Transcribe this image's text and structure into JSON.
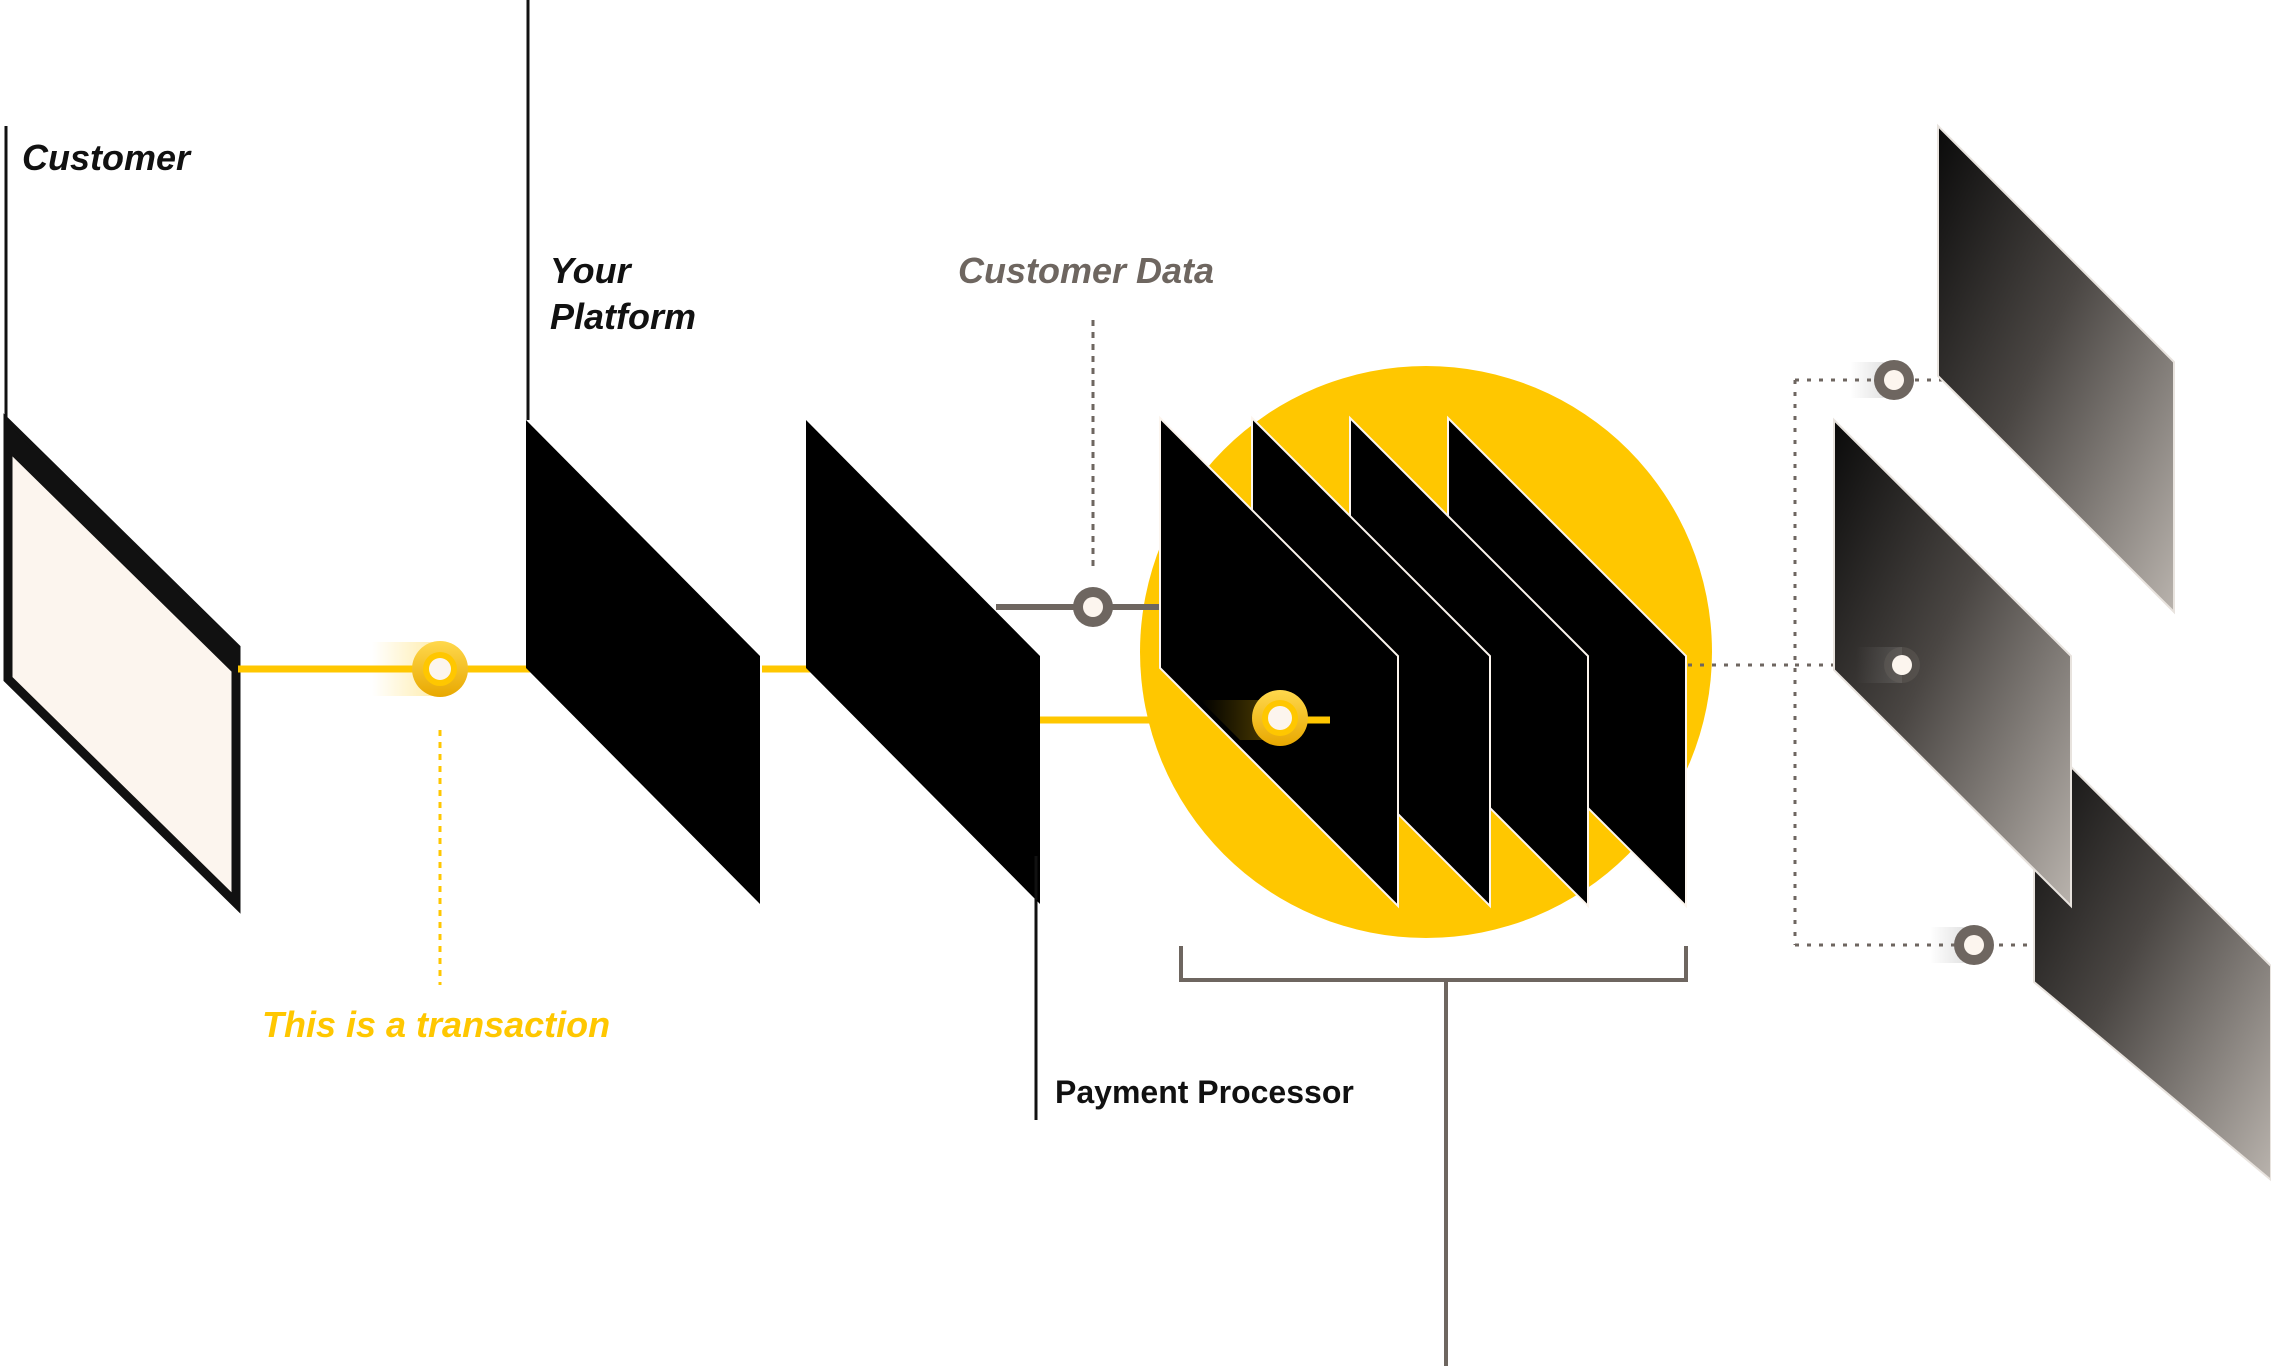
{
  "labels": {
    "customer": "Customer",
    "your_platform_line1": "Your",
    "your_platform_line2": "Platform",
    "customer_data": "Customer Data",
    "transaction": "This is a transaction",
    "payment_processor": "Payment Processor"
  },
  "colors": {
    "accent_yellow": "#FFC700",
    "black": "#000000",
    "gray": "#6E6660",
    "cream": "#FCF5EE",
    "ink": "#111111"
  },
  "icons": {
    "customer_window": "browser-window-icon",
    "node_marker": "ring-dot-icon"
  }
}
